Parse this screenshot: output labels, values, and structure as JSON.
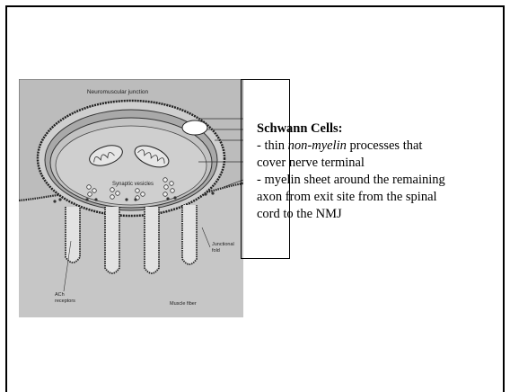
{
  "figure": {
    "title": "Neuromuscular junction",
    "synaptic_label": "Synaptic vesicles",
    "junctional_label_1": "Junctional",
    "junctional_label_2": "fold",
    "ach_label_1": "ACh",
    "ach_label_2": "receptors",
    "muscle_label": "Muscle fiber"
  },
  "schwann": {
    "heading": "Schwann Cells:",
    "line1_prefix": "- thin ",
    "line1_em": "non-myelin",
    "line1_suffix": " processes that",
    "line2": "cover nerve terminal",
    "line3": "- myelin sheet around the remaining",
    "line4": "axon from exit site from the spinal",
    "line5": "cord to the NMJ"
  }
}
